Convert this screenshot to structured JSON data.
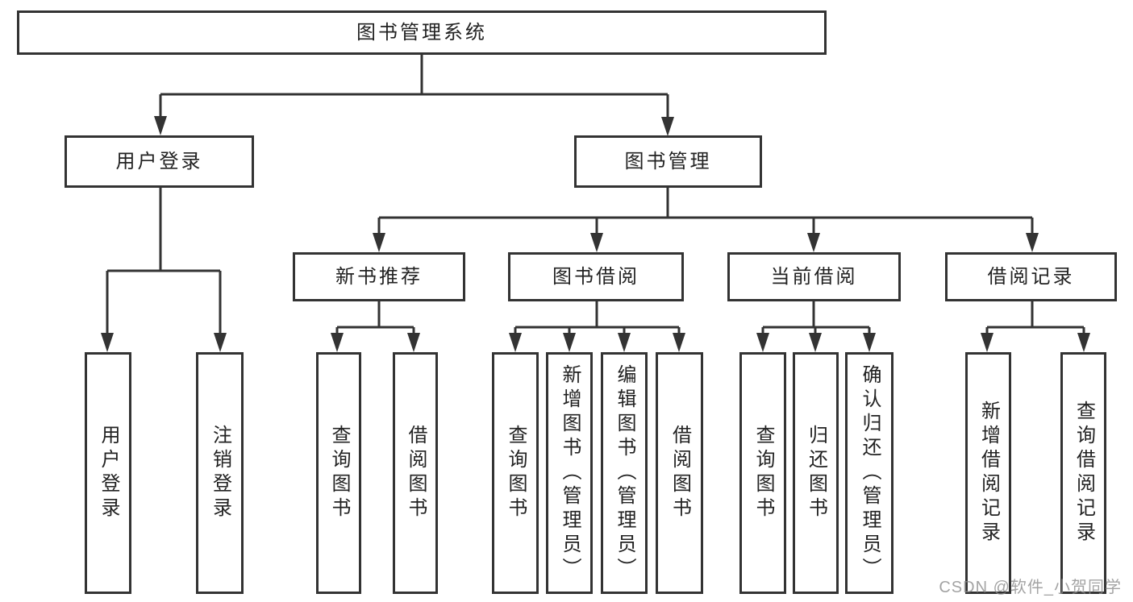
{
  "diagram": {
    "type": "hierarchy-tree",
    "root": {
      "label": "图书管理系统"
    },
    "level2": [
      {
        "label": "用户登录"
      },
      {
        "label": "图书管理"
      }
    ],
    "level3": [
      {
        "label": "新书推荐",
        "parent": "图书管理"
      },
      {
        "label": "图书借阅",
        "parent": "图书管理"
      },
      {
        "label": "当前借阅",
        "parent": "图书管理"
      },
      {
        "label": "借阅记录",
        "parent": "图书管理"
      }
    ],
    "leaves": [
      {
        "label": "用户登录",
        "parent": "用户登录"
      },
      {
        "label": "注销登录",
        "parent": "用户登录"
      },
      {
        "label": "查询图书",
        "parent": "新书推荐"
      },
      {
        "label": "借阅图书",
        "parent": "新书推荐"
      },
      {
        "label": "查询图书",
        "parent": "图书借阅"
      },
      {
        "label": "新增图书（管理员）",
        "parent": "图书借阅"
      },
      {
        "label": "编辑图书（管理员）",
        "parent": "图书借阅"
      },
      {
        "label": "借阅图书",
        "parent": "图书借阅"
      },
      {
        "label": "查询图书",
        "parent": "当前借阅"
      },
      {
        "label": "归还图书",
        "parent": "当前借阅"
      },
      {
        "label": "确认归还（管理员）",
        "parent": "当前借阅"
      },
      {
        "label": "新增借阅记录",
        "parent": "借阅记录"
      },
      {
        "label": "查询借阅记录",
        "parent": "借阅记录"
      }
    ]
  },
  "colors": {
    "line": "#333333",
    "box_border": "#333333",
    "text": "#222222",
    "background": "#ffffff",
    "watermark": "#8c8c8c"
  },
  "watermark": {
    "text": "CSDN @软件_小贺同学"
  }
}
